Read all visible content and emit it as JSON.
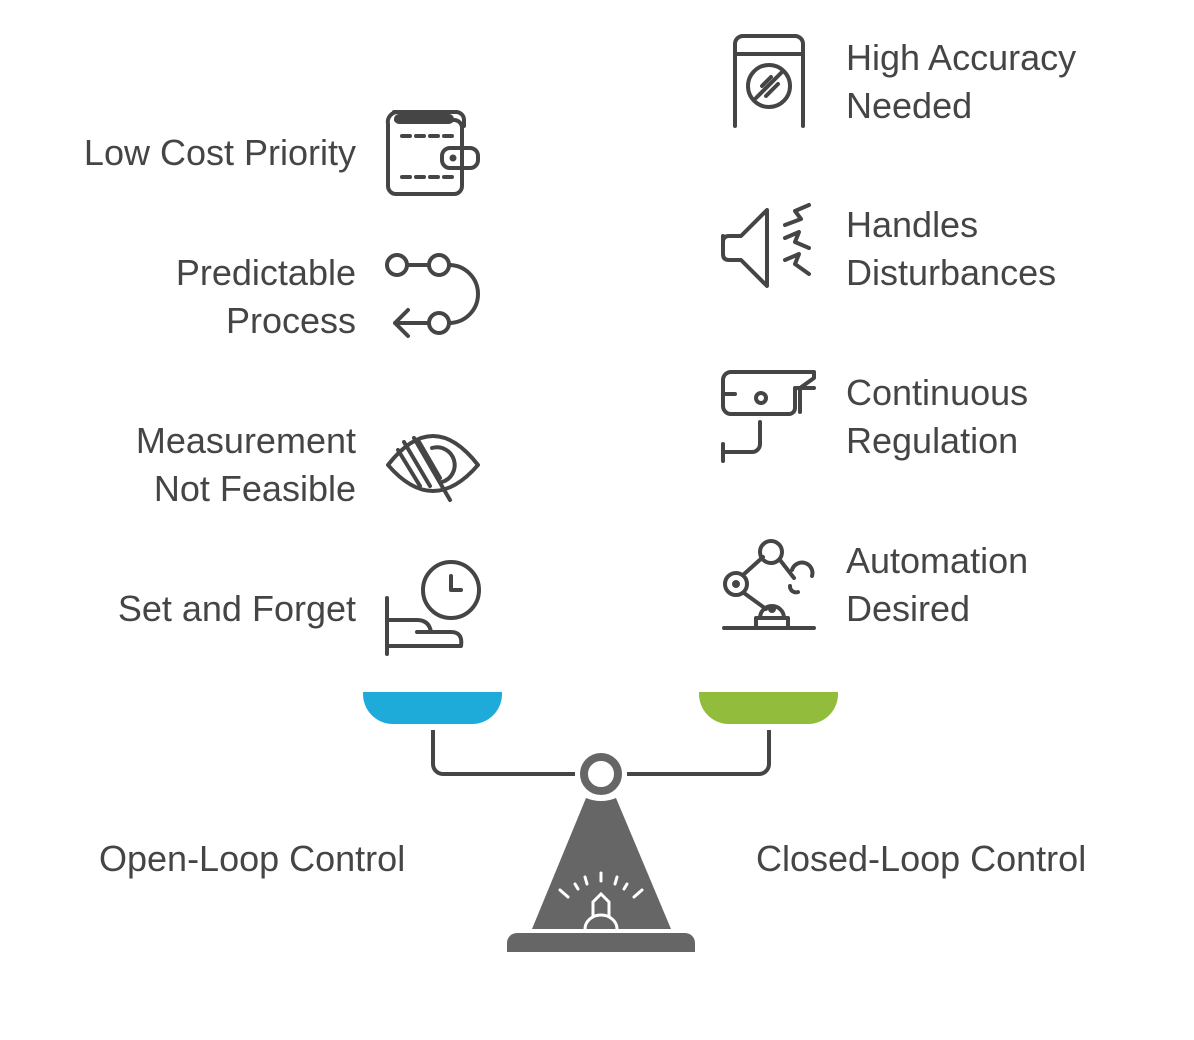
{
  "left_side": {
    "title": "Open-Loop Control",
    "color": "#1eabd9",
    "items": [
      {
        "lines": [
          "Low Cost Priority"
        ],
        "icon": "wallet-icon"
      },
      {
        "lines": [
          "Predictable",
          "Process"
        ],
        "icon": "process-loop-icon"
      },
      {
        "lines": [
          "Measurement",
          "Not Feasible"
        ],
        "icon": "eye-slash-icon"
      },
      {
        "lines": [
          "Set and Forget"
        ],
        "icon": "hand-clock-icon"
      }
    ]
  },
  "right_side": {
    "title": "Closed-Loop Control",
    "color": "#92bc3b",
    "items": [
      {
        "lines": [
          "High Accuracy",
          "Needed"
        ],
        "icon": "precision-gauge-icon"
      },
      {
        "lines": [
          "Handles",
          "Disturbances"
        ],
        "icon": "speaker-noise-icon"
      },
      {
        "lines": [
          "Continuous",
          "Regulation"
        ],
        "icon": "security-camera-icon"
      },
      {
        "lines": [
          "Automation",
          "Desired"
        ],
        "icon": "robot-arm-icon"
      }
    ]
  }
}
